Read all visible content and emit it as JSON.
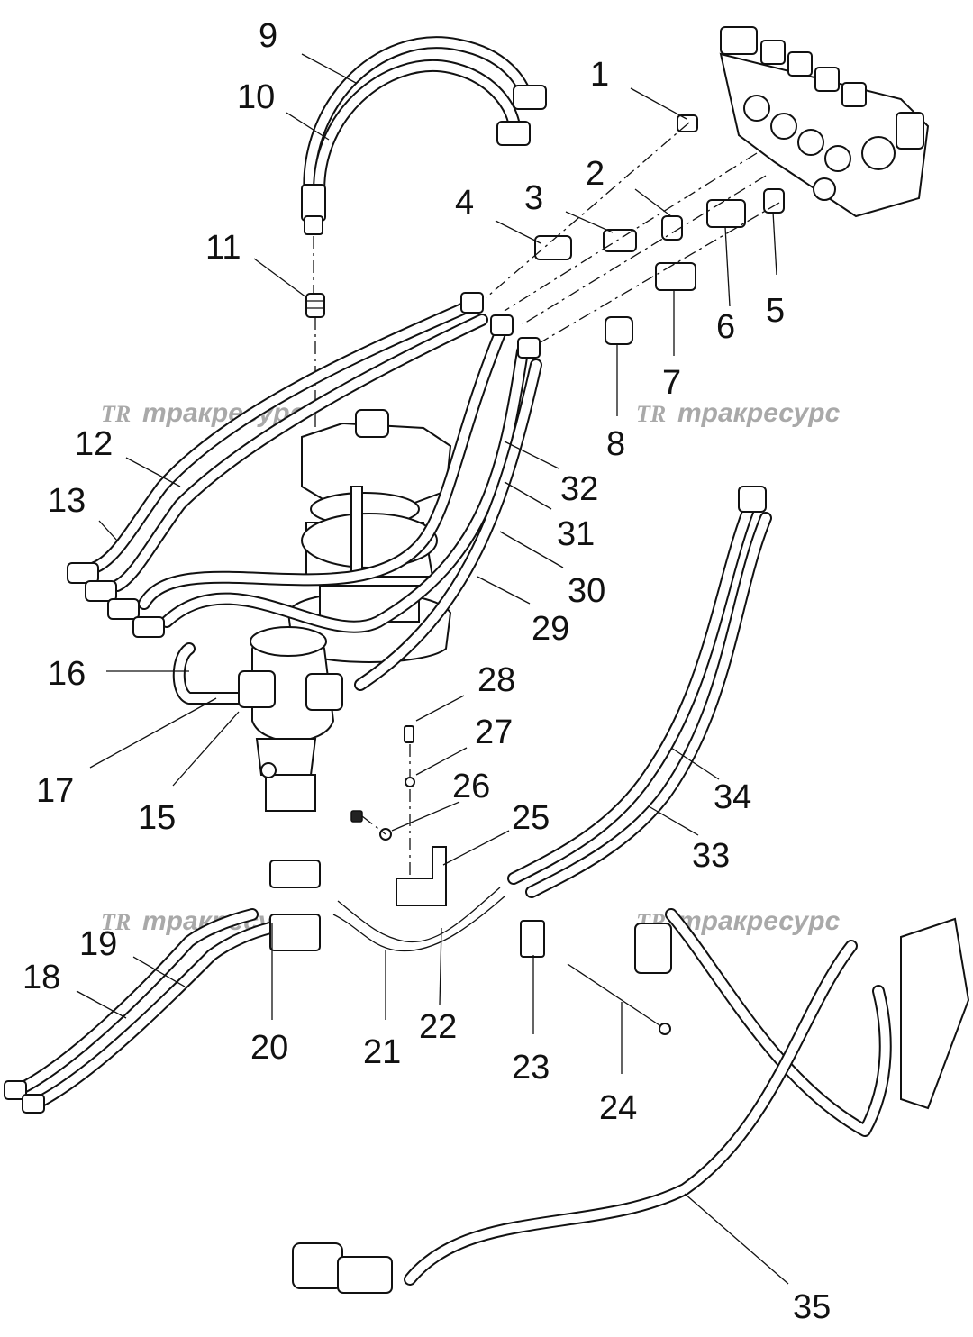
{
  "watermark": {
    "logo": "TR",
    "text": "тракресурс"
  },
  "callouts": {
    "c1": "1",
    "c2": "2",
    "c3": "3",
    "c4": "4",
    "c5": "5",
    "c6": "6",
    "c7": "7",
    "c8": "8",
    "c9": "9",
    "c10": "10",
    "c11": "11",
    "c12": "12",
    "c13": "13",
    "c15": "15",
    "c16": "16",
    "c17": "17",
    "c18": "18",
    "c19": "19",
    "c20": "20",
    "c21": "21",
    "c22": "22",
    "c23": "23",
    "c24": "24",
    "c25": "25",
    "c26": "26",
    "c27": "27",
    "c28": "28",
    "c29": "29",
    "c30": "30",
    "c31": "31",
    "c32": "32",
    "c33": "33",
    "c34": "34",
    "c35": "35"
  }
}
